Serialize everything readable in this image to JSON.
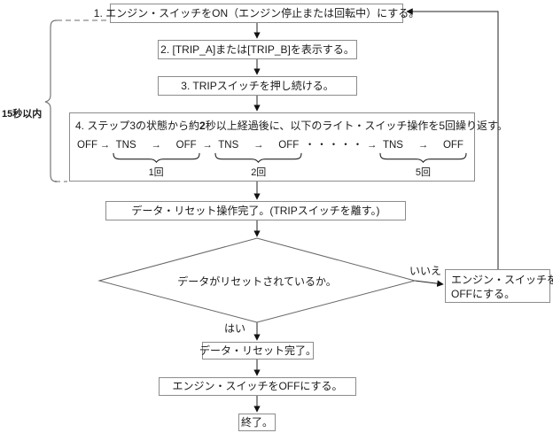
{
  "colors": {
    "box_border": "#8c8c8c",
    "connector_line": "#222222",
    "dashed_line": "#b5b5b5",
    "text": "#1a1a1a"
  },
  "flowchart": {
    "timer": {
      "bold": "15",
      "rest": "秒以内"
    },
    "step1": "1. エンジン・スイッチをON（エンジン停止または回転中）にする。",
    "step2": "2. [TRIP_A]または[TRIP_B]を表示する。",
    "step3": "3. TRIPスイッチを押し続ける。",
    "step4_title": {
      "prefix": "4. ステップ3の状態から約",
      "bold": "2",
      "suffix": "秒以上経過後に、以下のライト・スイッチ操作を5回繰り返す。"
    },
    "sequence": {
      "start": "OFF",
      "arrow": "→",
      "dots": "・・・・・",
      "groups": [
        {
          "a": "TNS",
          "b": "OFF",
          "count": "1回"
        },
        {
          "a": "TNS",
          "b": "OFF",
          "count": "2回"
        },
        {
          "a": "TNS",
          "b": "OFF",
          "count": "5回"
        }
      ]
    },
    "step5": "データ・リセット操作完了。(TRIPスイッチを離す。)",
    "decision": "データがリセットされているか。",
    "yes_label": "はい",
    "no_label": "いいえ",
    "no_box": {
      "line1": "エンジン・スイッチを",
      "line2": "OFFにする。"
    },
    "step6": "データ・リセット完了。",
    "step7": "エンジン・スイッチをOFFにする。",
    "step8": "終了。"
  }
}
